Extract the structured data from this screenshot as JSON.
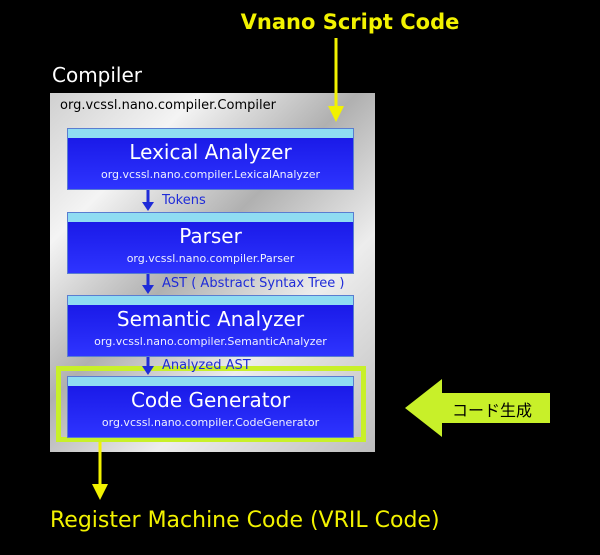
{
  "input_label": "Vnano Script Code",
  "output_label": "Register Machine Code (VRIL Code)",
  "compiler": {
    "title": "Compiler",
    "class_name": "org.vcssl.nano.compiler.Compiler"
  },
  "stages": [
    {
      "name": "Lexical Analyzer",
      "class_name": "org.vcssl.nano.compiler.LexicalAnalyzer"
    },
    {
      "name": "Parser",
      "class_name": "org.vcssl.nano.compiler.Parser"
    },
    {
      "name": "Semantic Analyzer",
      "class_name": "org.vcssl.nano.compiler.SemanticAnalyzer"
    },
    {
      "name": "Code Generator",
      "class_name": "org.vcssl.nano.compiler.CodeGenerator"
    }
  ],
  "flows": [
    {
      "label": "Tokens"
    },
    {
      "label": "AST ( Abstract Syntax Tree )"
    },
    {
      "label": "Analyzed AST"
    }
  ],
  "callout": {
    "label": "コード生成"
  },
  "colors": {
    "background": "#000000",
    "label_yellow": "#f2f200",
    "stage_blue": "#2222ee",
    "stage_top": "#8fdcf2",
    "flow_blue": "#1f2bd8",
    "highlight": "#c8f029"
  }
}
